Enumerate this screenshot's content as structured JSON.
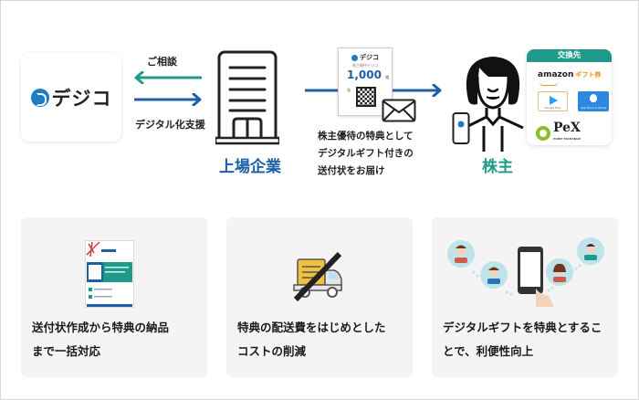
{
  "flow": {
    "digico": {
      "logo_text": "デジコ"
    },
    "arrows": {
      "consult_label": "ご相談",
      "support_label": "デジタル化支援"
    },
    "company": {
      "label": "上場企業"
    },
    "gift_card": {
      "logo_text": "デジコ",
      "subtitle": "株主優待デジコ",
      "amount": "1,000",
      "unit": "相当"
    },
    "delivery_caption": [
      "株主優待の特典として",
      "デジタルギフト付きの",
      "送付状をお届け"
    ],
    "shareholder": {
      "label": "株主"
    },
    "exchange": {
      "title": "交換先",
      "amazon_text": "amazon",
      "amazon_gift": "ギフト券",
      "google_play": "Google Play",
      "app_store": "App Store & iTunes",
      "pex_text": "PeX",
      "pex_sub": "POINT EXCHANGE"
    }
  },
  "features": [
    {
      "lines": [
        "送付状作成から特典の納品",
        "まで一括対応"
      ]
    },
    {
      "lines": [
        "特典の配送費をはじめとした",
        "コストの削減"
      ]
    },
    {
      "lines": [
        "デジタルギフトを特典とするこ",
        "とで、利便性向上"
      ]
    }
  ],
  "colors": {
    "teal": "#1f9a8a",
    "blue": "#1c5fa8",
    "brand_blue": "#1c7cc4",
    "card_bg": "#f4f4f4"
  }
}
